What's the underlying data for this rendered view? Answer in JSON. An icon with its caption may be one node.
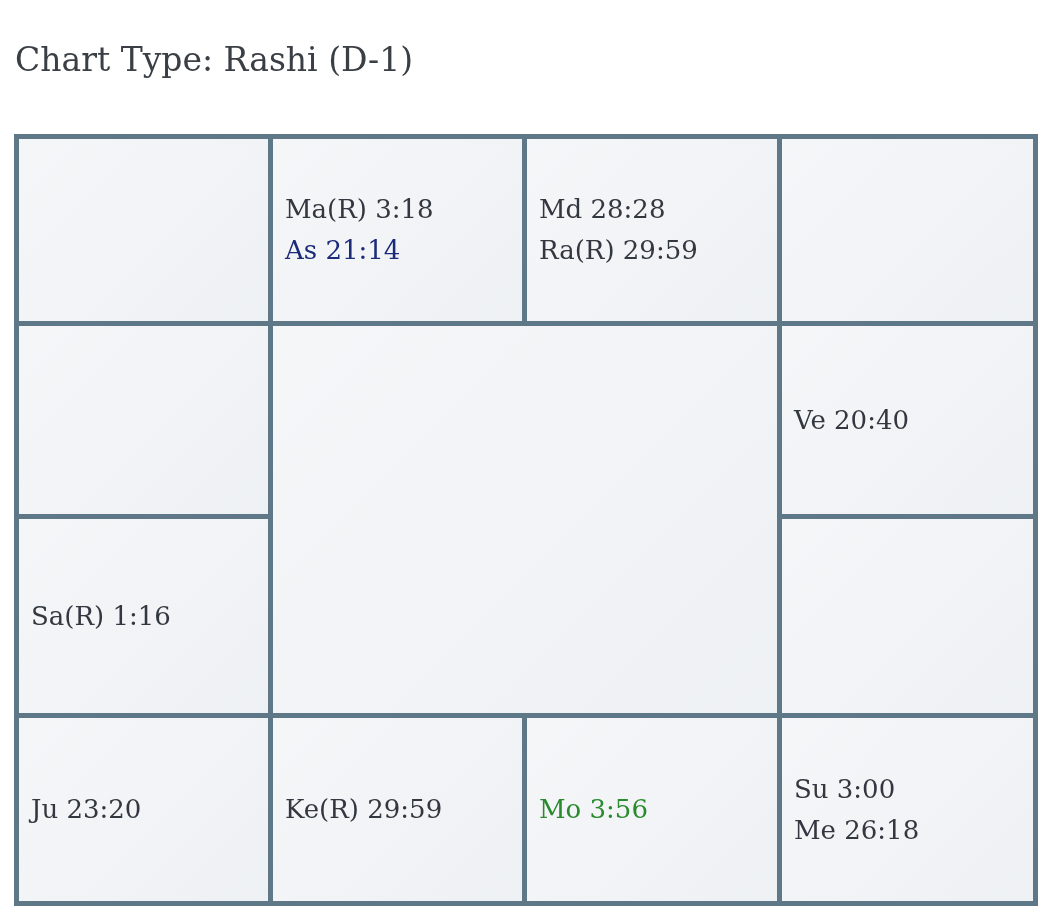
{
  "diagram": {
    "title": "Chart Type: Rashi (D-1)",
    "nodes": [
      {
        "text": [],
        "shape": "box"
      },
      {
        "text": [
          "Ma(R) 3:18",
          "As 21:14"
        ]
      },
      {
        "text": [
          "Md 28:28",
          "Ra(R) 29:59"
        ]
      },
      {
        "text": [],
        "shape": "box"
      },
      {
        "text": [],
        "shape": "box"
      },
      {
        "text": [],
        "shape": "box"
      },
      {
        "text": [
          "Ve 20:40"
        ]
      },
      {
        "text": [
          "Sa(R) 1:16"
        ]
      },
      {
        "text": [],
        "shape": "box"
      },
      {
        "text": [
          "Ju 23:20"
        ]
      },
      {
        "text": [
          "Ke(R) 29:59"
        ]
      },
      {
        "text": [
          "Mo 3:56"
        ]
      },
      {
        "text": [
          "Su 3:00",
          "Me 26:18"
        ]
      }
    ],
    "edges": []
  }
}
